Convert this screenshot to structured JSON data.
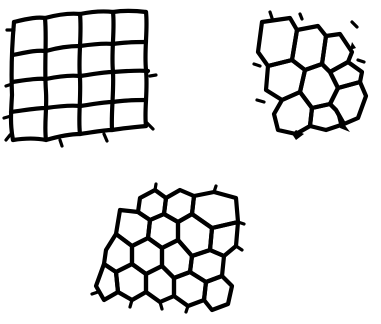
{
  "figure": {
    "panels": [
      {
        "id": "square-cells",
        "cell_shape": "rectangular"
      },
      {
        "id": "irregular-cells",
        "cell_shape": "irregular polygonal"
      },
      {
        "id": "polygonal-cells",
        "cell_shape": "polygonal"
      }
    ],
    "colors": {
      "background": "#ffffff",
      "line": "#000000"
    }
  }
}
